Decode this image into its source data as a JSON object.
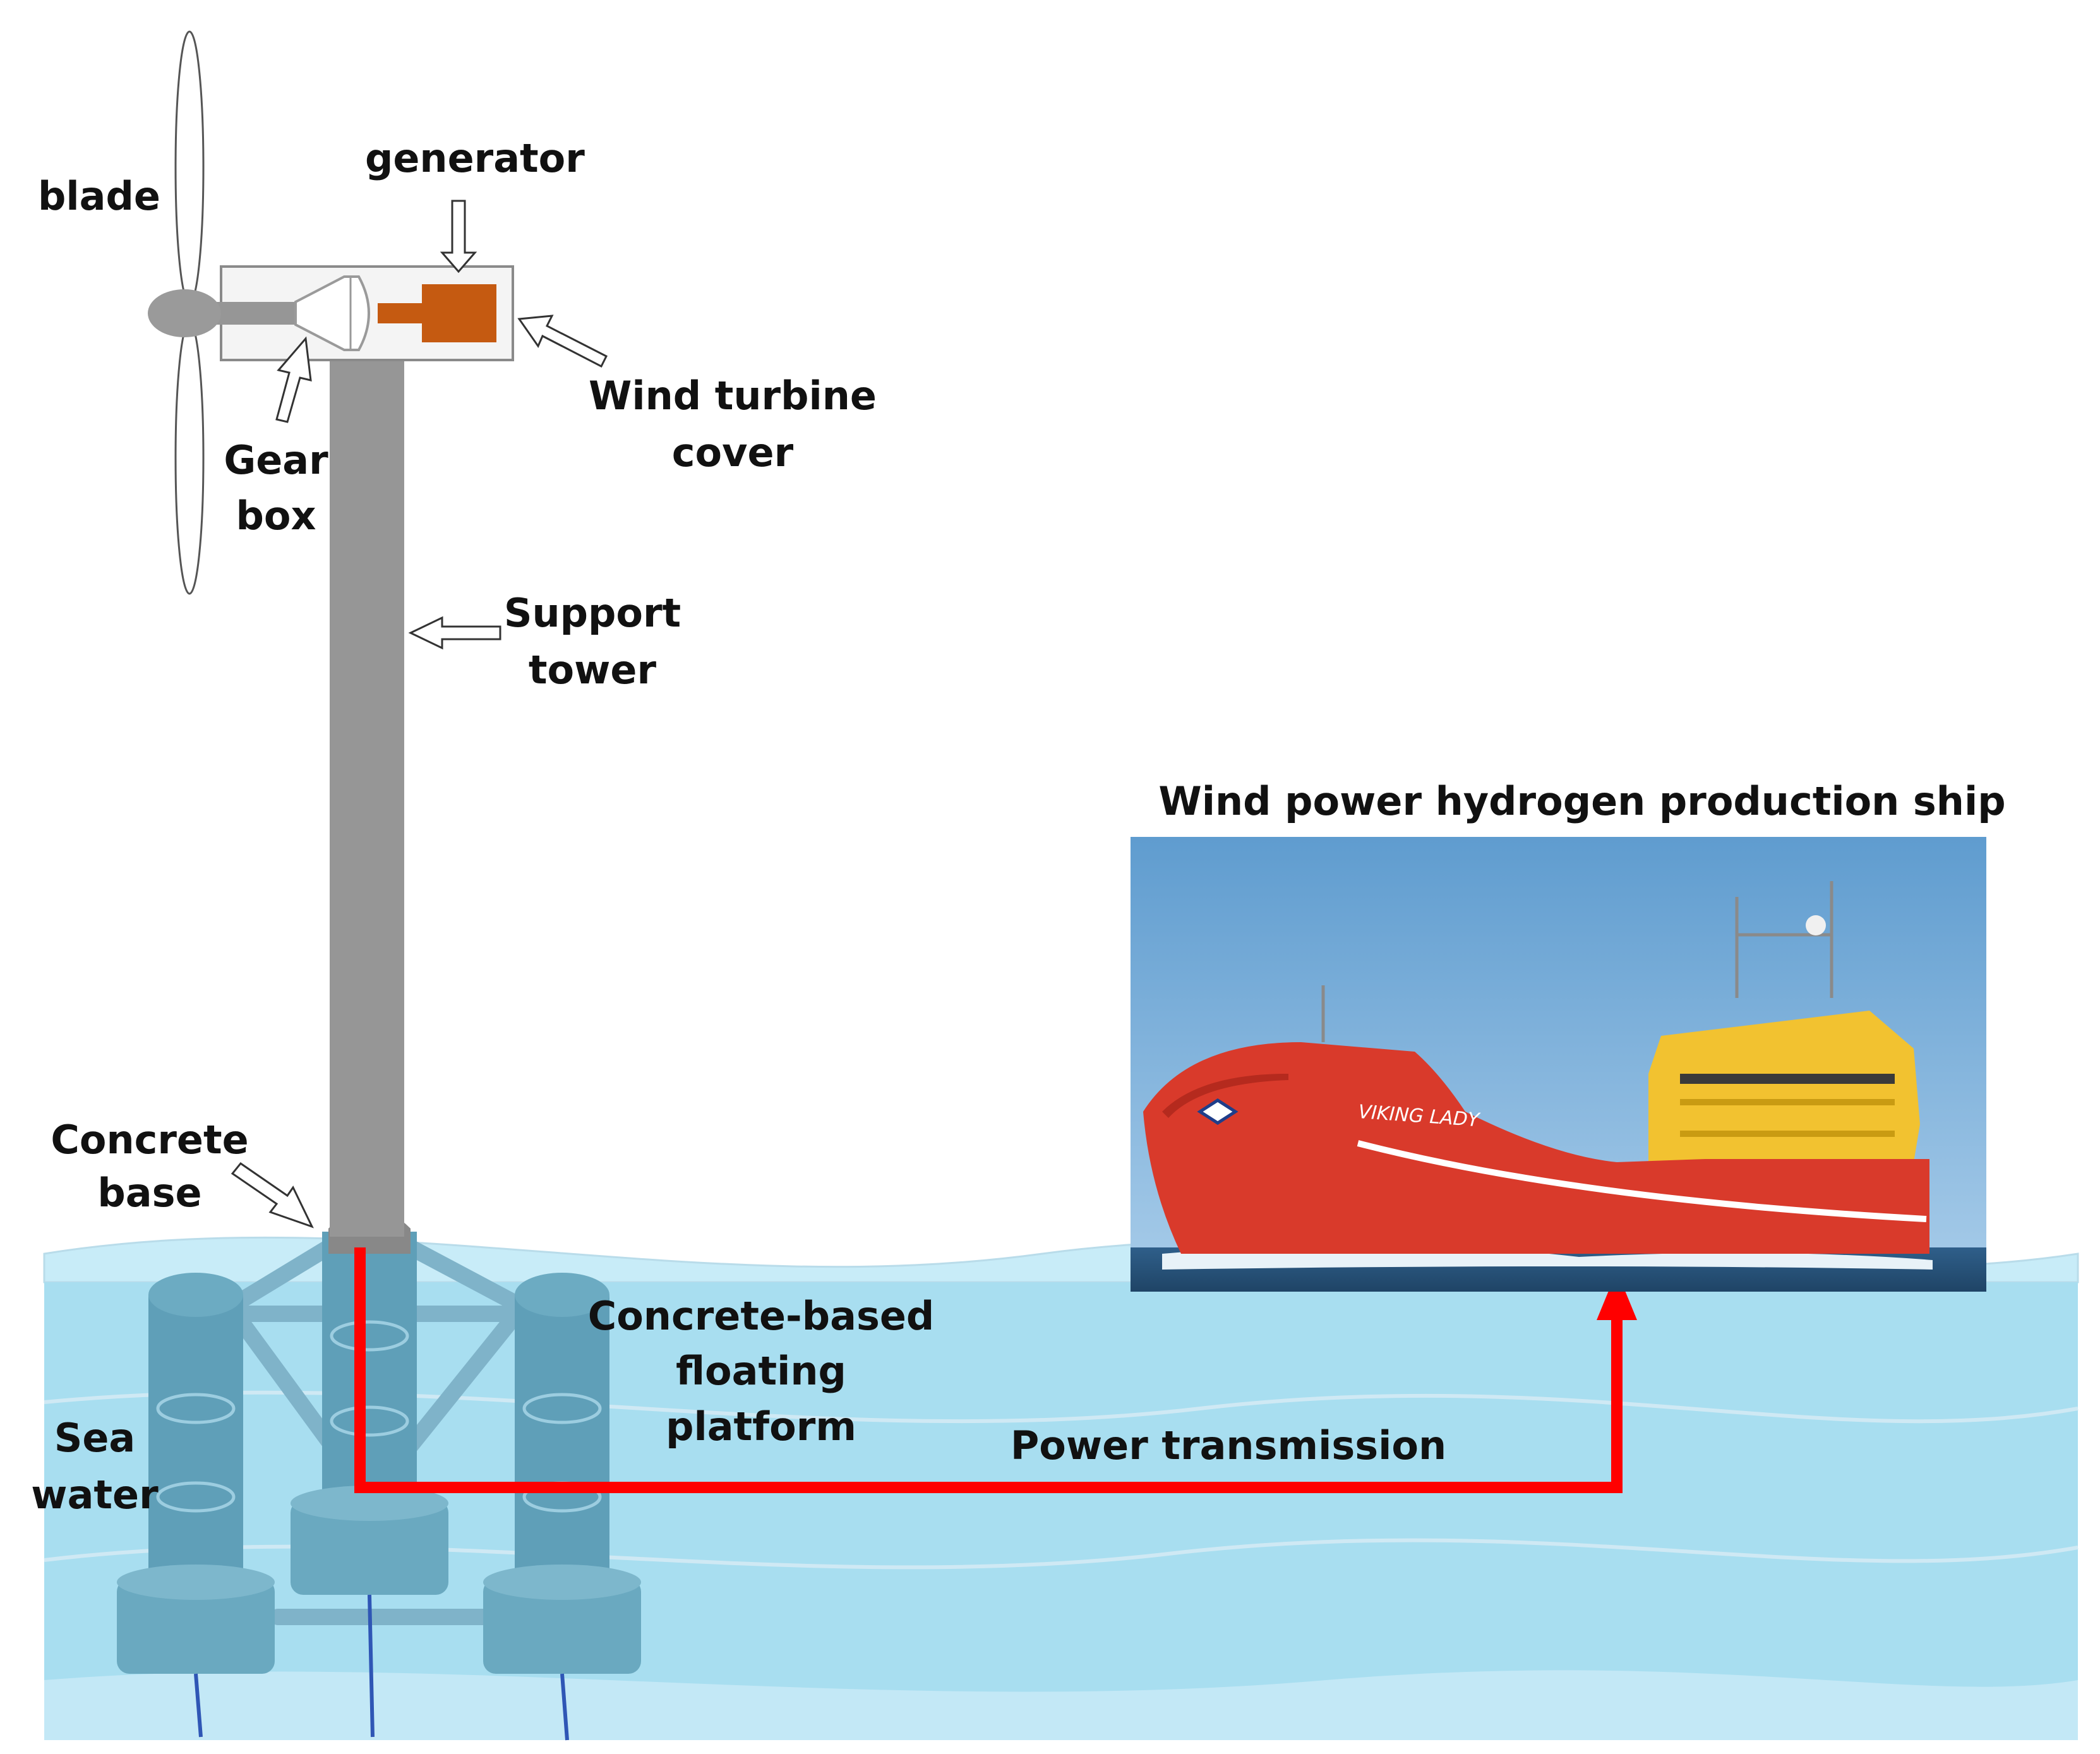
{
  "labels": {
    "blade": "blade",
    "generator": "generator",
    "wind_turbine_cover_line1": "Wind turbine",
    "wind_turbine_cover_line2": "cover",
    "gear_box_line1": "Gear",
    "gear_box_line2": "box",
    "support_tower_line1": "Support",
    "support_tower_line2": "tower",
    "concrete_base_line1": "Concrete",
    "concrete_base_line2": "base",
    "platform_line1": "Concrete-based",
    "platform_line2": "floating",
    "platform_line3": "platform",
    "sea_water_line1": "Sea",
    "sea_water_line2": "water",
    "power_transmission": "Power transmission",
    "ship_title": "Wind power hydrogen production ship",
    "ship_name": "VIKING LADY"
  },
  "colors": {
    "tower": "#969696",
    "generator": "#c55a11",
    "power_line": "#ff0000",
    "sea": "#a8def0",
    "platform": "#5f9fb8",
    "ship_hull": "#d93a2b",
    "ship_superstructure": "#f2c230",
    "sky": "#6ea8d6"
  }
}
